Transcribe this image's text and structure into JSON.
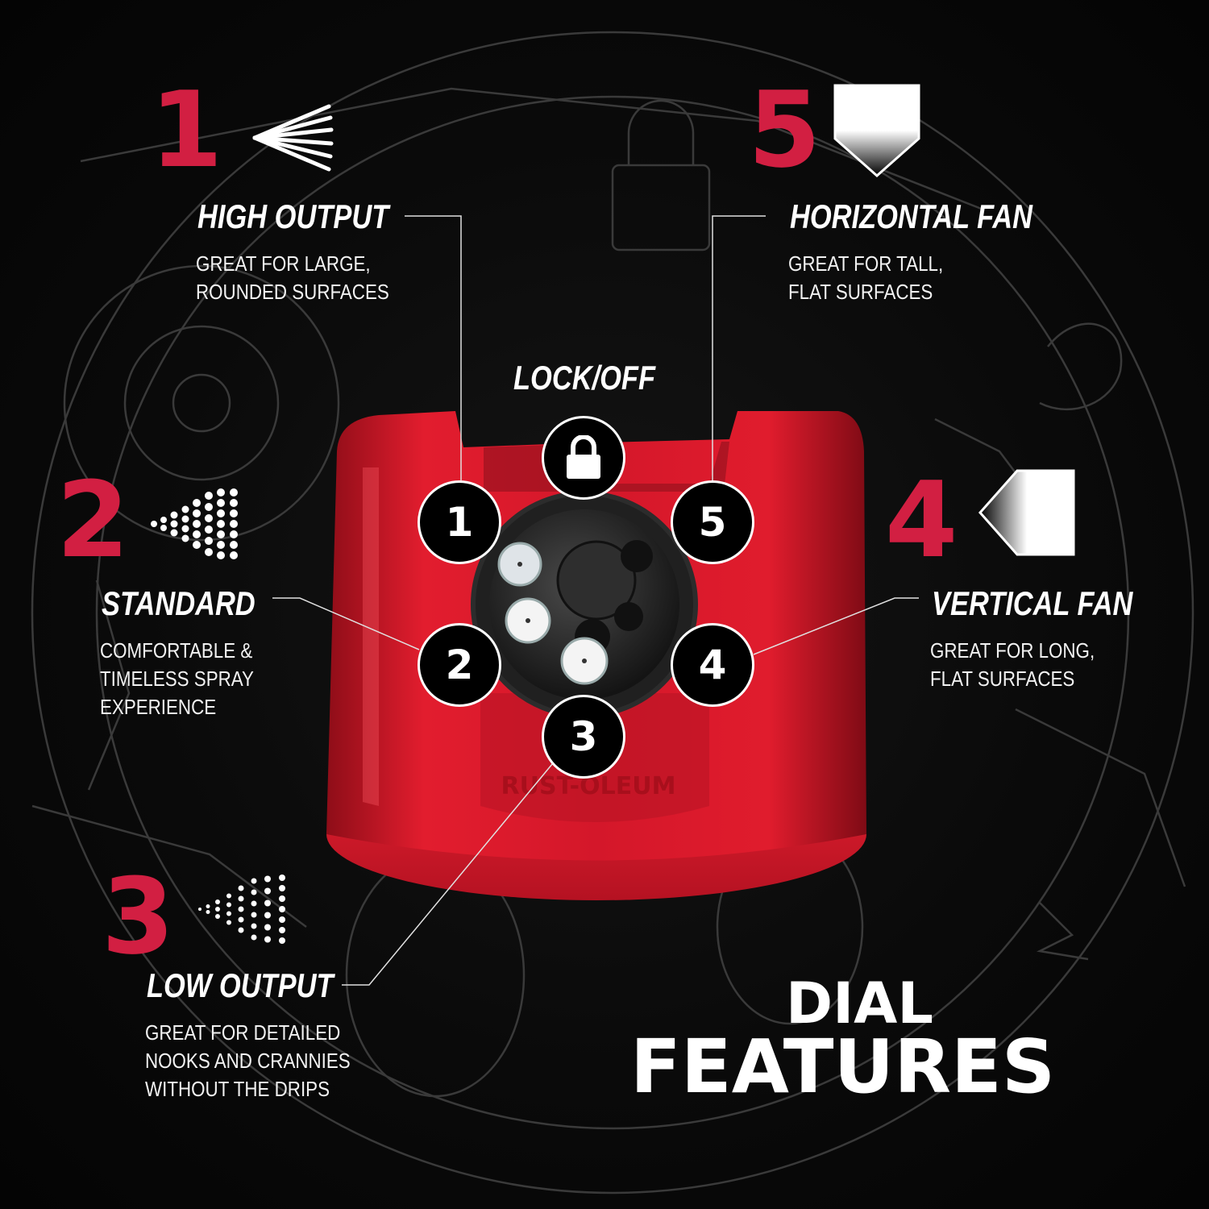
{
  "features": [
    {
      "id": "1",
      "title": "HIGH OUTPUT",
      "description": [
        "GREAT FOR LARGE,",
        "ROUNDED SURFACES"
      ],
      "icon": "spray-lines-icon"
    },
    {
      "id": "2",
      "title": "STANDARD",
      "description": [
        "COMFORTABLE &",
        "TIMELESS SPRAY",
        "EXPERIENCE"
      ],
      "icon": "spray-dots-icon"
    },
    {
      "id": "3",
      "title": "LOW OUTPUT",
      "description": [
        "GREAT FOR DETAILED",
        "NOOKS AND CRANNIES",
        "WITHOUT THE DRIPS"
      ],
      "icon": "fine-mist-icon"
    },
    {
      "id": "4",
      "title": "VERTICAL FAN",
      "description": [
        "GREAT FOR LONG,",
        "FLAT SURFACES"
      ],
      "icon": "vertical-fan-icon"
    },
    {
      "id": "5",
      "title": "HORIZONTAL FAN",
      "description": [
        "GREAT FOR TALL,",
        "FLAT SURFACES"
      ],
      "icon": "horizontal-fan-icon"
    }
  ],
  "lock": {
    "title": "LOCK/OFF",
    "icon": "padlock-icon"
  },
  "product": {
    "brand": "RUST-OLEUM"
  },
  "headline": {
    "line1": "DIAL",
    "line2": "FEATURES"
  },
  "colors": {
    "accent": "#d21f42",
    "cap_red": "#d8182a",
    "background": "#080808"
  }
}
